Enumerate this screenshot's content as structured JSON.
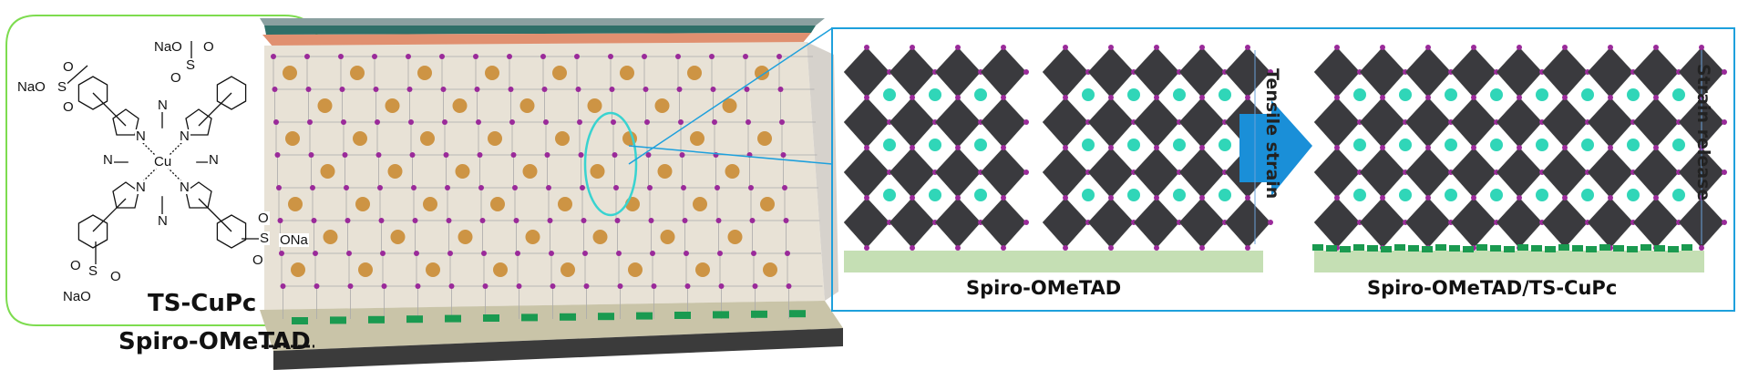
{
  "molecule": {
    "name": "TS-CuPc",
    "atoms": {
      "center": "Cu",
      "nitrogen": "N",
      "sulfur": "S",
      "oxygen": "O",
      "nao": "NaO",
      "ona": "ONa"
    }
  },
  "left_label": "Spiro-OMeTAD",
  "panel": {
    "left_caption": "Spiro-OMeTAD",
    "right_caption": "Spiro-OMeTAD/TS-CuPc",
    "arrow_label": "Tensile strain",
    "right_arrow_label": "Strain release"
  },
  "colors": {
    "green_frame": "#7ddc4f",
    "blue_frame": "#1ea0dc",
    "octahedra": "#3a3a3e",
    "cation": "#30d6b8",
    "halide": "#9a2a9a",
    "substrate": "#c5dfb4",
    "tscupc": "#1a9a50",
    "orange": "#c8862a"
  }
}
